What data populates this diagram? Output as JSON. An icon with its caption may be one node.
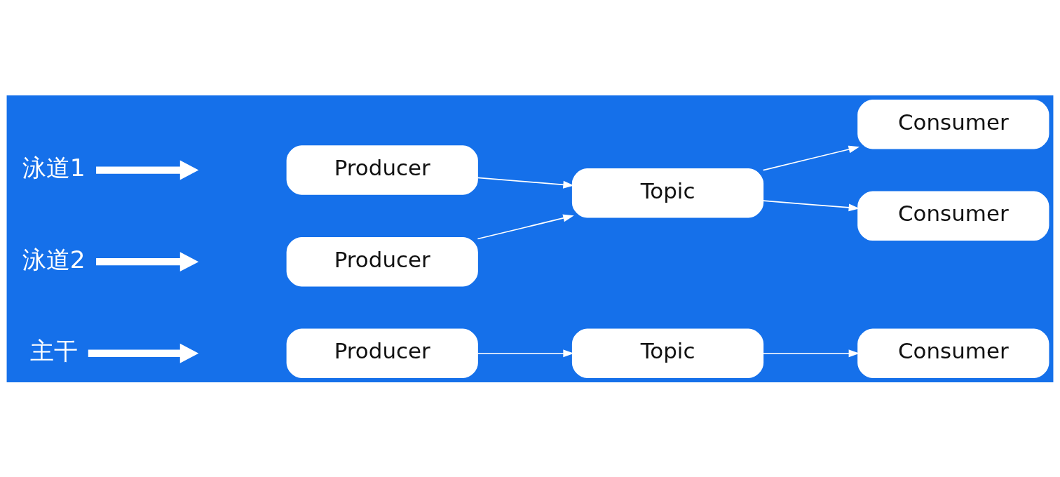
{
  "diagram": {
    "nodes": [
      {
        "text": [
          "主干"
        ]
      },
      {
        "text": [
          "Producer"
        ]
      },
      {
        "text": [
          "Topic"
        ]
      },
      {
        "text": [
          "Consumer"
        ]
      },
      {
        "text": [
          "泳道1"
        ]
      },
      {
        "text": [
          "Producer"
        ]
      },
      {
        "text": [
          "Consumer"
        ]
      },
      {
        "text": [
          "Topic"
        ]
      },
      {
        "text": [
          "泳道2"
        ]
      },
      {
        "text": [
          "Producer"
        ]
      },
      {
        "text": [
          "Consumer"
        ]
      }
    ],
    "edges": [
      {
        "from": 0,
        "to": null,
        "arrow": "to",
        "style": "thick"
      },
      {
        "from": 1,
        "to": 2,
        "arrow": "to"
      },
      {
        "from": 2,
        "to": 3,
        "arrow": "to"
      },
      {
        "from": 4,
        "to": null,
        "arrow": "to",
        "style": "thick"
      },
      {
        "from": 5,
        "to": 7,
        "arrow": "to"
      },
      {
        "from": 9,
        "to": 7,
        "arrow": "to"
      },
      {
        "from": 7,
        "to": 6,
        "arrow": "to"
      },
      {
        "from": 7,
        "to": 10,
        "arrow": "to"
      },
      {
        "from": 8,
        "to": null,
        "arrow": "to",
        "style": "thick"
      }
    ]
  }
}
